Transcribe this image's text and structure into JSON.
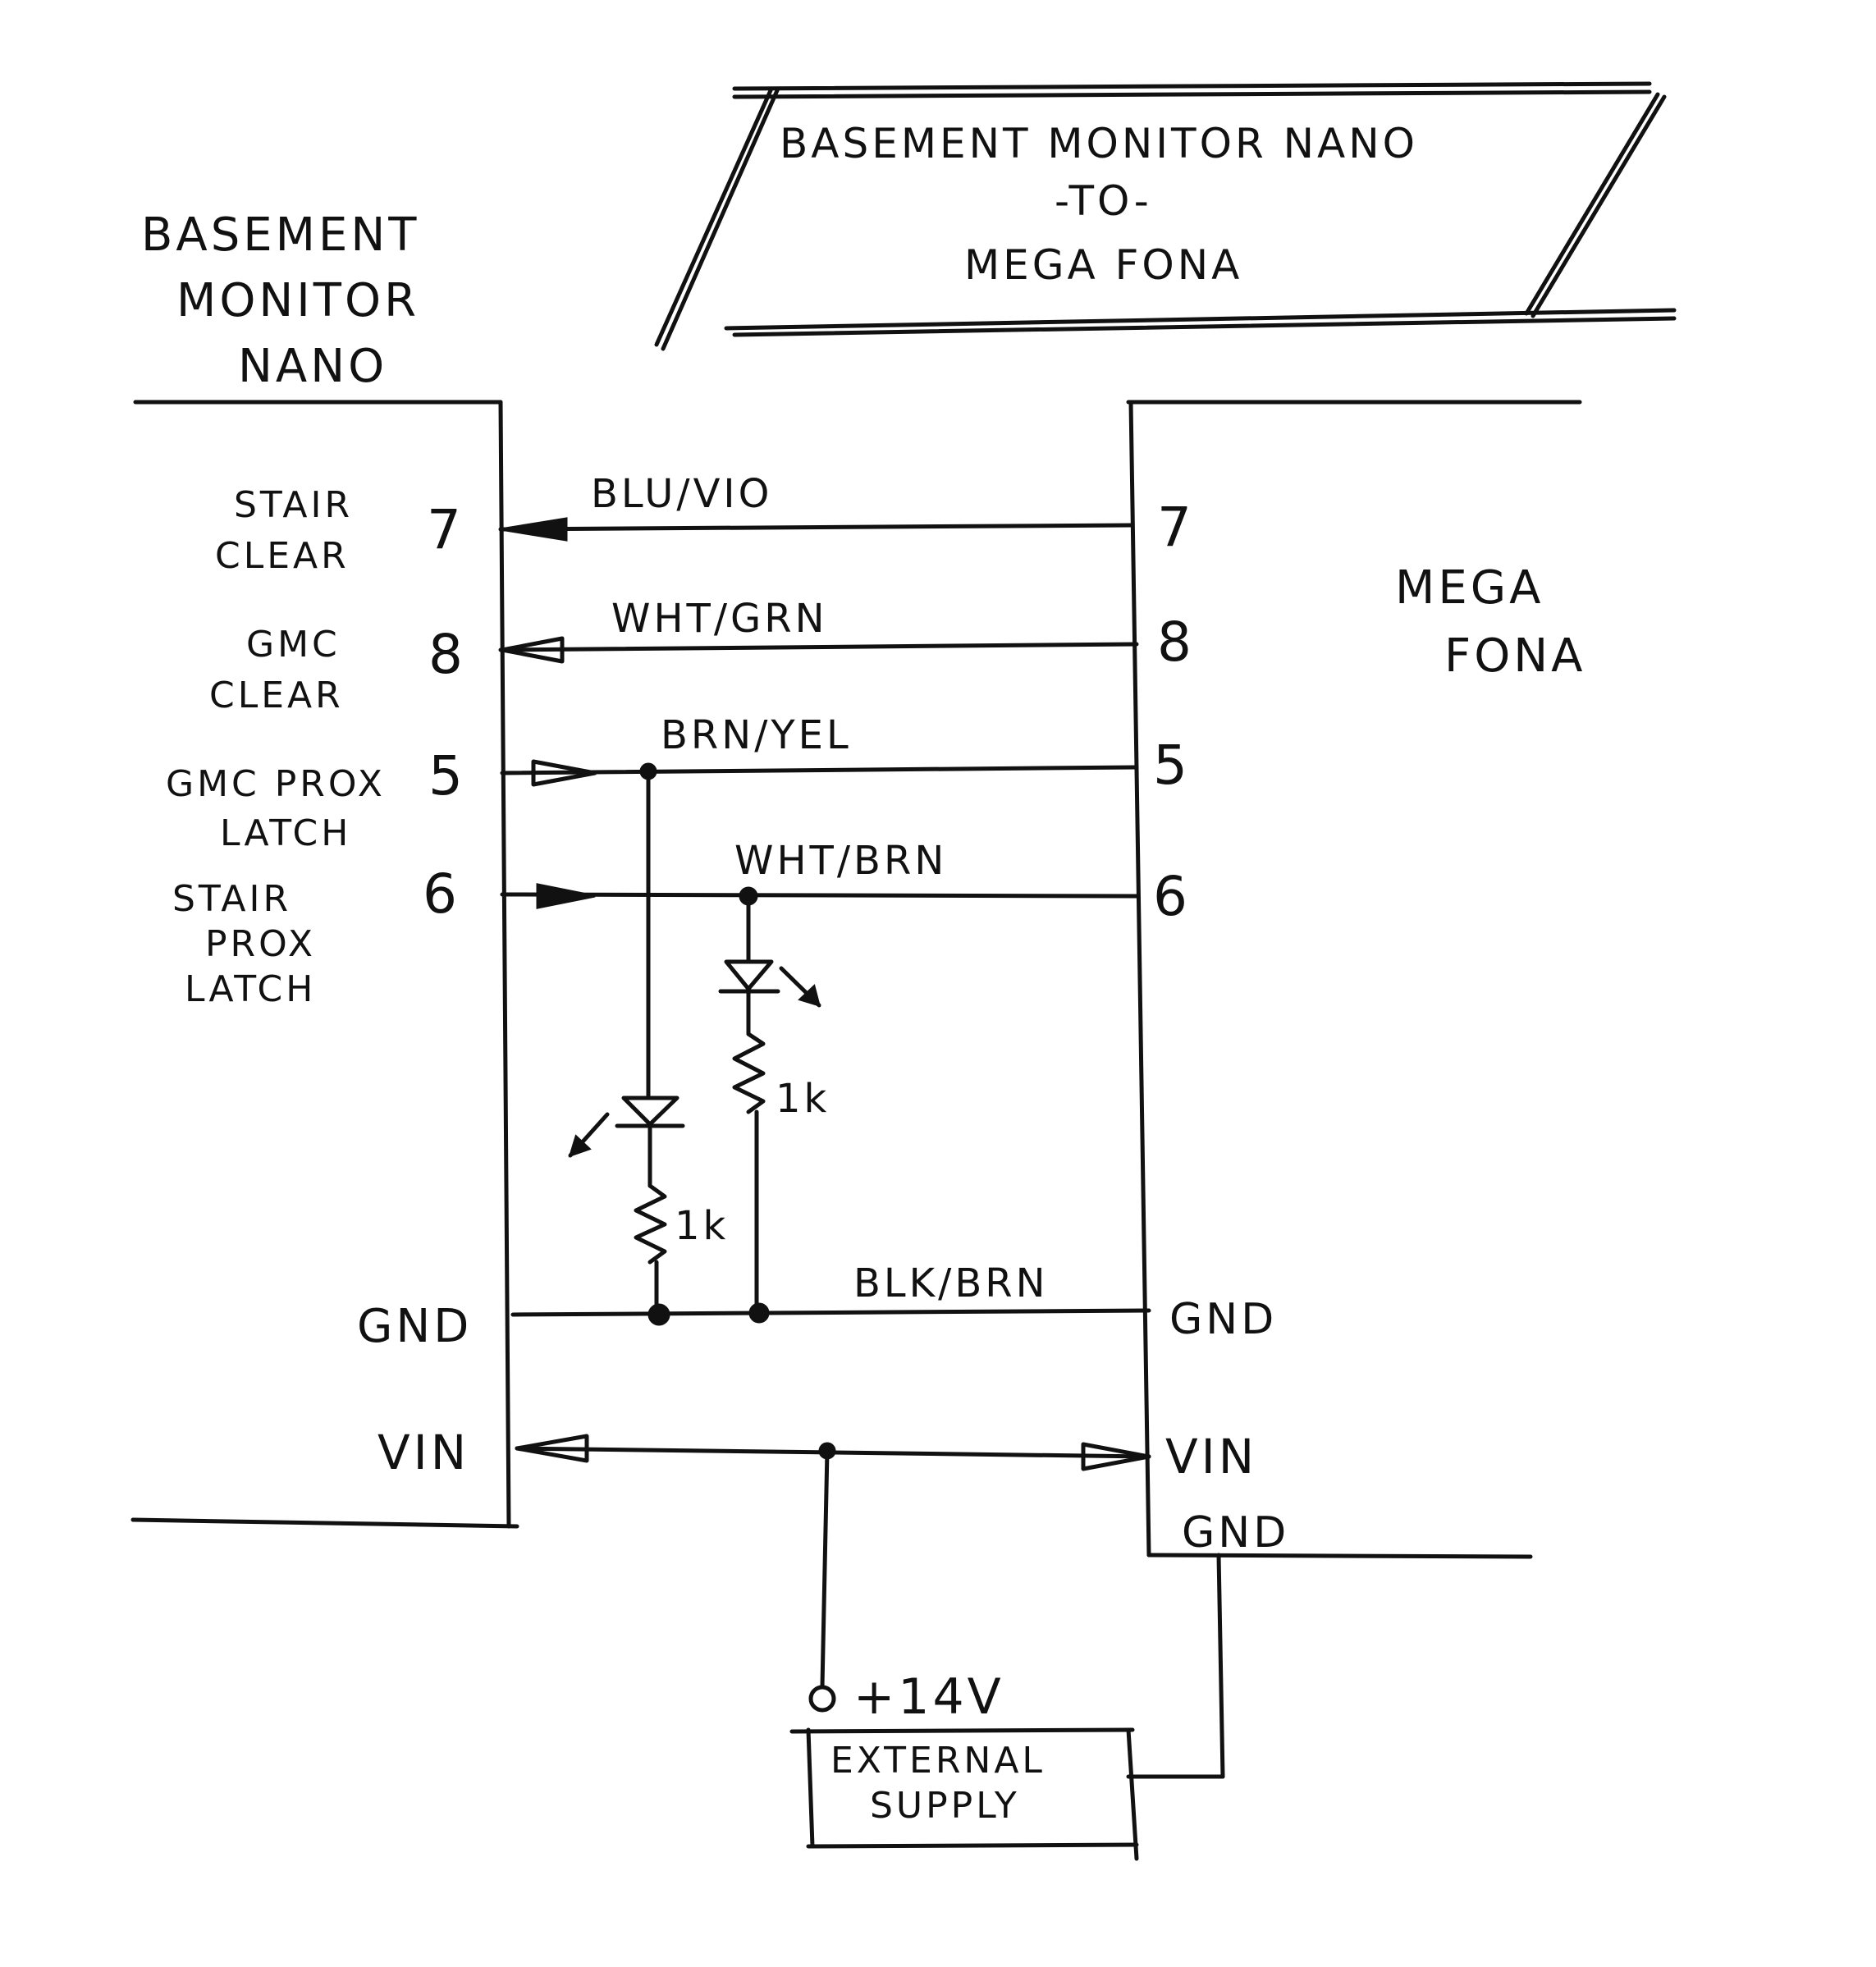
{
  "title": {
    "line1": "BASEMENT MONITOR NANO",
    "line2": "-TO-",
    "line3": "MEGA FONA"
  },
  "left_block": {
    "label": [
      "BASEMENT",
      "MONITOR",
      "NANO"
    ],
    "signals": [
      {
        "name": [
          "STAIR",
          "CLEAR"
        ],
        "pin": "7"
      },
      {
        "name": [
          "GMC",
          "CLEAR"
        ],
        "pin": "8"
      },
      {
        "name": [
          "GMC PROX",
          "LATCH"
        ],
        "pin": "5"
      },
      {
        "name": [
          "STAIR",
          "PROX",
          "LATCH"
        ],
        "pin": "6"
      }
    ],
    "gnd": "GND",
    "vin": "VIN"
  },
  "right_block": {
    "label": [
      "MEGA",
      "FONA"
    ],
    "pins": [
      "7",
      "8",
      "5",
      "6"
    ],
    "gnd": "GND",
    "vin": "VIN",
    "gnd2": "GND"
  },
  "wires": [
    "BLU/VIO",
    "WHT/GRN",
    "BRN/YEL",
    "WHT/BRN",
    "BLK/BRN"
  ],
  "resistors": [
    "1k",
    "1k"
  ],
  "supply": {
    "voltage": "+14V",
    "label": [
      "EXTERNAL",
      "SUPPLY"
    ]
  }
}
